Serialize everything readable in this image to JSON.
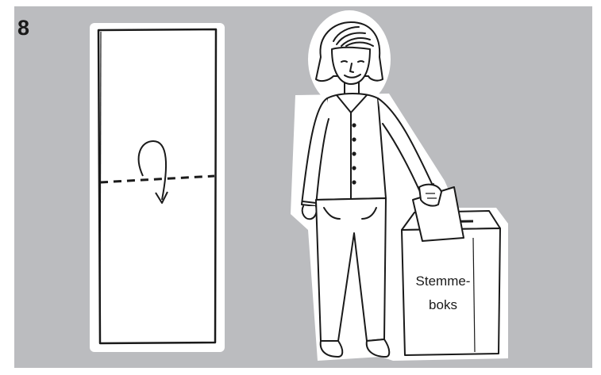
{
  "step": {
    "number": "8"
  },
  "ballot_box": {
    "label_line1": "Stemme-",
    "label_line2": "boks"
  },
  "colors": {
    "background": "#bbbcbf",
    "outline": "#1a1a1a",
    "paper": "#ffffff"
  },
  "icons": [
    "fold-arrow-icon",
    "ballot-paper-icon",
    "person-illustration",
    "ballot-box-icon"
  ]
}
